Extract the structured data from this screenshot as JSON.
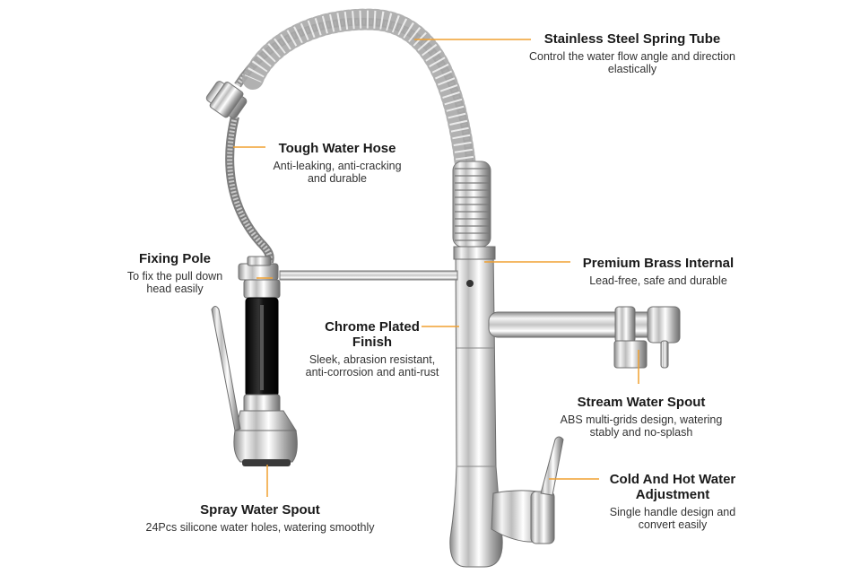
{
  "accent_color": "#f0a030",
  "callouts": {
    "spring_tube": {
      "title": "Stainless Steel Spring Tube",
      "desc": [
        "Control the water flow angle and direction",
        "elastically"
      ]
    },
    "water_hose": {
      "title": "Tough Water Hose",
      "desc": [
        "Anti-leaking, anti-cracking",
        "and durable"
      ]
    },
    "fixing_pole": {
      "title": "Fixing Pole",
      "desc": [
        "To fix the pull down",
        "head easily"
      ]
    },
    "brass_internal": {
      "title": "Premium Brass Internal",
      "desc": [
        "Lead-free, safe and durable"
      ]
    },
    "chrome_finish": {
      "title": [
        "Chrome Plated",
        "Finish"
      ],
      "desc": [
        "Sleek, abrasion resistant,",
        "anti-corrosion and anti-rust"
      ]
    },
    "stream_spout": {
      "title": "Stream Water Spout",
      "desc": [
        "ABS multi-grids design, watering",
        "stably and no-splash"
      ]
    },
    "handle_adjust": {
      "title": [
        "Cold And Hot Water",
        "Adjustment"
      ],
      "desc": [
        "Single handle design and",
        "convert easily"
      ]
    },
    "spray_spout": {
      "title": "Spray Water Spout",
      "desc": [
        "24Pcs silicone water holes, watering smoothly"
      ]
    }
  }
}
